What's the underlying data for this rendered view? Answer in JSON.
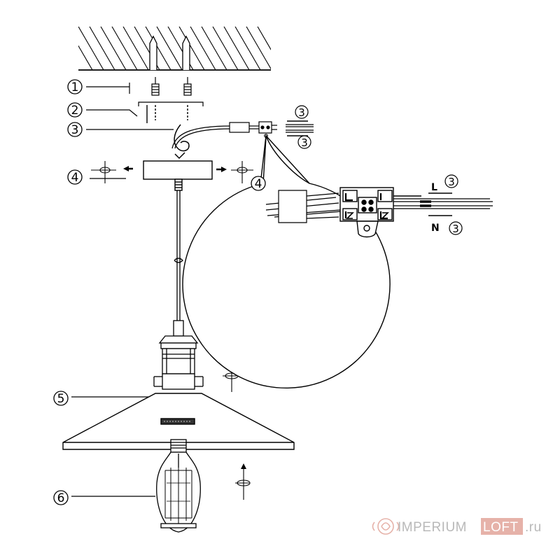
{
  "callouts": {
    "c1": "1",
    "c2": "2",
    "c3": "3",
    "c4": "4",
    "c5": "5",
    "c6": "6"
  },
  "wire_refs": {
    "top": "3",
    "bottom": "3",
    "detail_4": "4",
    "live": "3",
    "neutral": "3"
  },
  "terminal_labels": {
    "live": "L",
    "neutral": "N"
  },
  "watermark": {
    "part1": "IMPERIUM",
    "part2": "LOFT",
    "part3": ".ru",
    "color_main": "#b9b9b9",
    "color_box": "#e6b2a9"
  }
}
